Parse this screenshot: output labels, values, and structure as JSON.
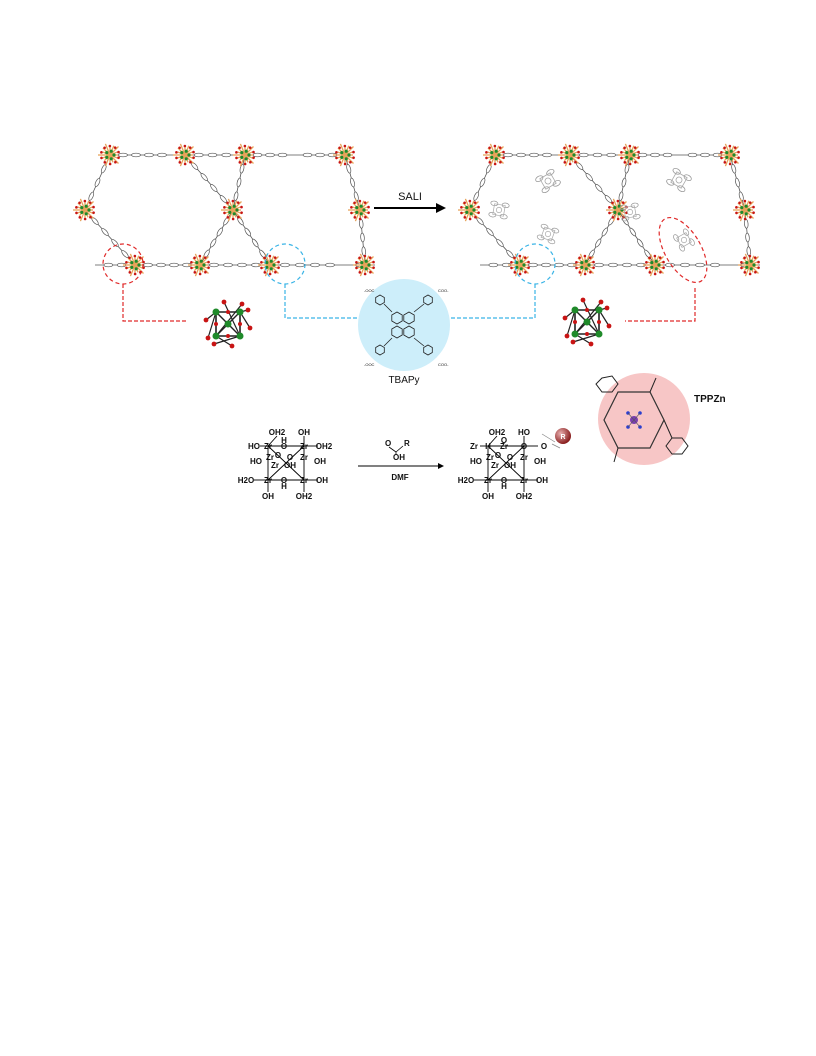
{
  "labels": {
    "sali": "SALI",
    "tbapy": "TBAPy",
    "tppzn": "TPPZn",
    "dmf": "DMF",
    "r_group": "R",
    "coo_minus": "-OOC",
    "coo_minus_right": "COO-",
    "reagent_o": "O",
    "reagent_r": "R",
    "reagent_oh": "OH"
  },
  "cluster_left": {
    "atoms": [
      "OH2",
      "OH",
      "HO",
      "Zr",
      "H",
      "O",
      "Zr",
      "OH2",
      "O",
      "HO",
      "Zr",
      "O",
      "Zr",
      "OH",
      "Zr",
      "OH",
      "H2O",
      "Zr",
      "O",
      "H",
      "Zr",
      "OH",
      "OH",
      "OH2"
    ]
  },
  "cluster_right": {
    "atoms": [
      "OH2",
      "HO",
      "Zr",
      "H",
      "O",
      "Zr",
      "O",
      "O",
      "O",
      "HO",
      "Zr",
      "O",
      "Zr",
      "OH",
      "Zr",
      "OH",
      "H2O",
      "Zr",
      "O",
      "H",
      "Zr",
      "OH",
      "OH",
      "OH2"
    ]
  },
  "colors": {
    "red_dash": "#e02a2a",
    "blue_dash": "#3ab4e6",
    "tbapy_bg": "#cdeefa",
    "tppzn_bg": "#f7c6c6",
    "zr_green": "#1f8a2a",
    "o_red": "#c81414",
    "node_orange": "#e8a35a",
    "r_ball": "#9b2b2b"
  }
}
